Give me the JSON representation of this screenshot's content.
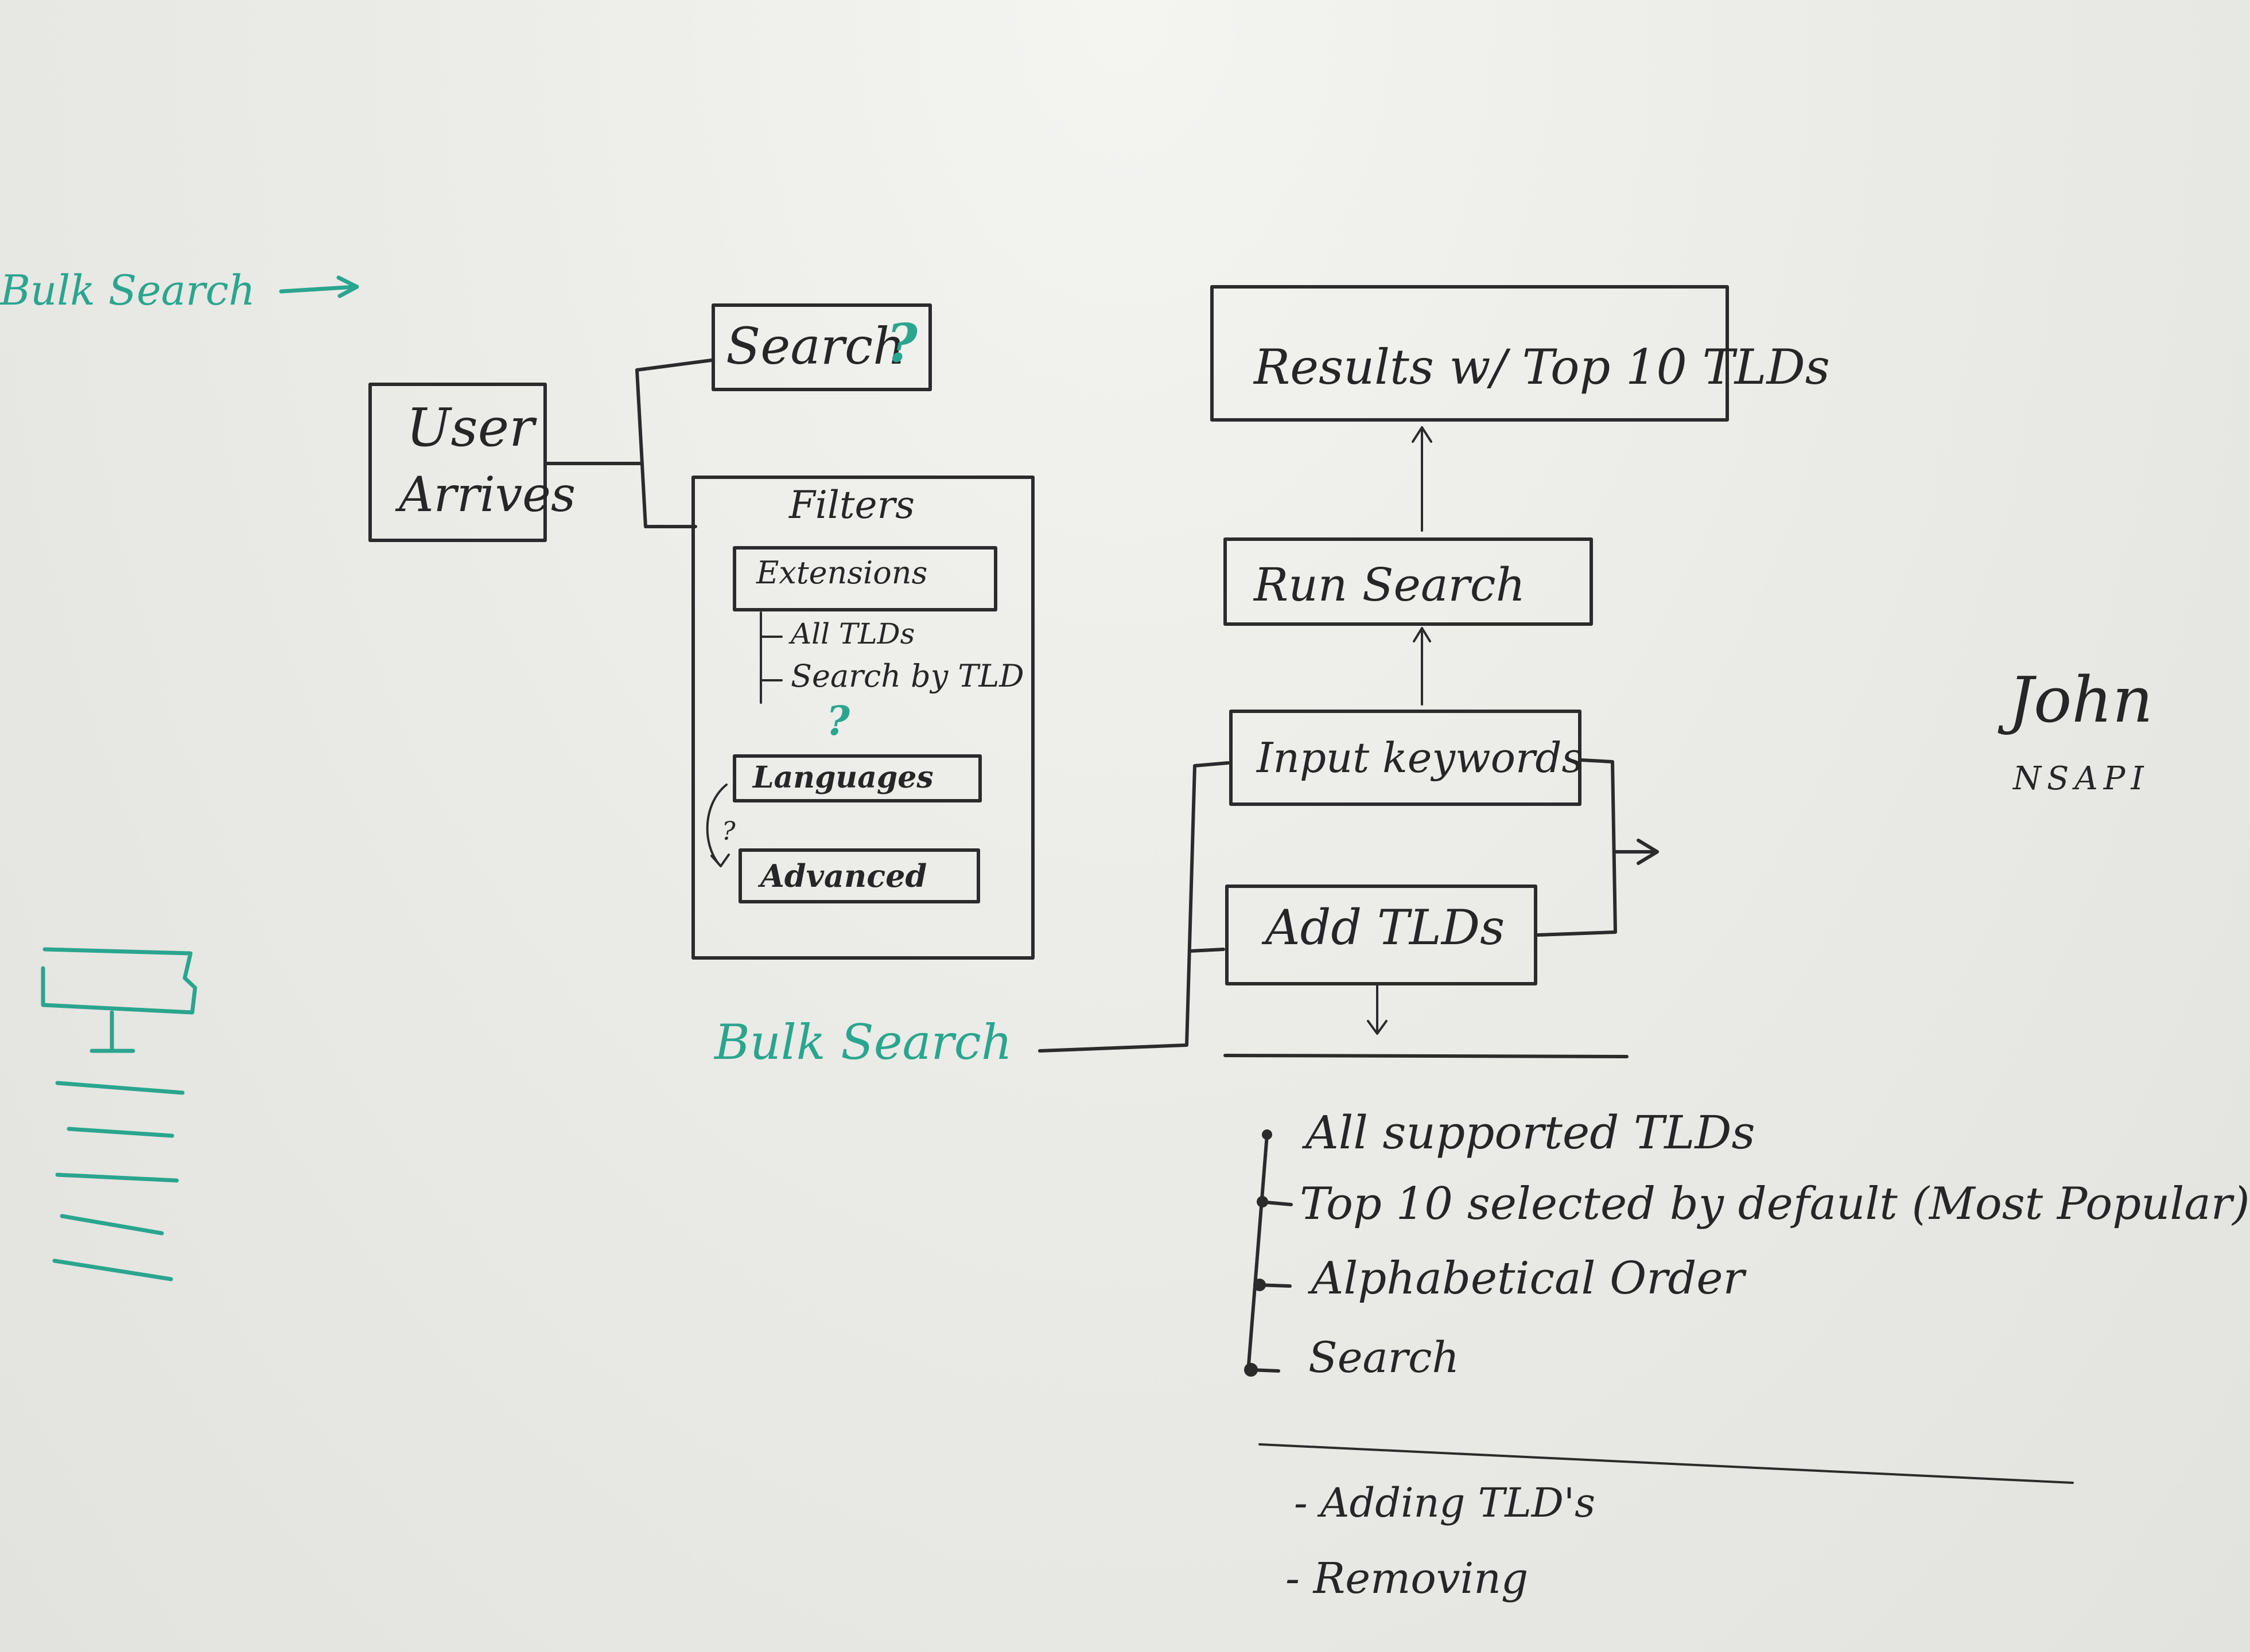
{
  "left_note": {
    "label": "Bulk Search"
  },
  "nodes": {
    "user_arrives": {
      "line1": "User",
      "line2": "Arrives"
    },
    "search": {
      "label": "Search",
      "mark": "?"
    },
    "filters": {
      "title": "Filters",
      "extensions": "Extensions",
      "all_tlds": "All TLDs",
      "search_by_tld": "Search by TLD",
      "mark": "?",
      "languages": "Languages",
      "advanced_mark": "?",
      "advanced": "Advanced"
    },
    "results": {
      "label": "Results w/ Top 10 TLDs"
    },
    "run_search": {
      "label": "Run Search"
    },
    "input_keywords": {
      "label": "Input keywords"
    },
    "add_tlds": {
      "label": "Add TLDs"
    }
  },
  "bulk_search": {
    "label": "Bulk Search"
  },
  "options": [
    "All supported TLDs",
    "Top 10 selected by default (Most Popular)",
    "Alphabetical Order",
    "Search"
  ],
  "notes": [
    "- Adding TLD's",
    "- Removing"
  ],
  "signature": {
    "name": "John",
    "team": "NSAPI"
  },
  "colors": {
    "ink": "#2b2b2b",
    "teal": "#2aa58f",
    "board": "#ebebe7"
  }
}
